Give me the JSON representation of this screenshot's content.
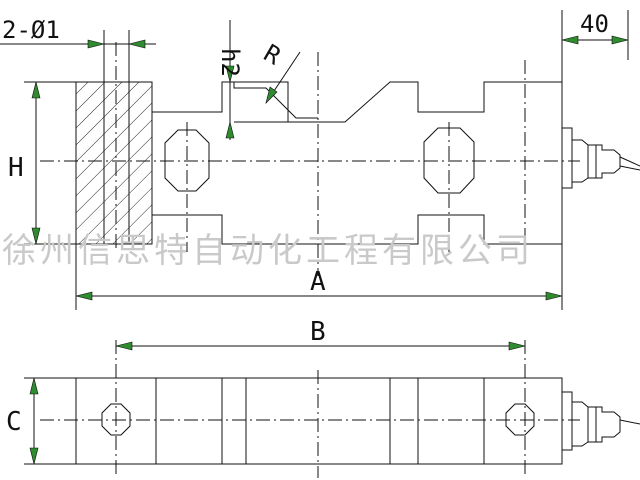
{
  "drawing": {
    "labels": {
      "hole": "2-Ø1",
      "h2": "h2",
      "r": "R",
      "dim40": "40",
      "h": "H",
      "a": "A",
      "b": "B",
      "c": "C"
    },
    "watermark": "徐州信思特自动化工程有限公司",
    "colors": {
      "line": "#111111",
      "arrow": "#2e8b2e",
      "watermark": "#c9c9c9"
    }
  }
}
